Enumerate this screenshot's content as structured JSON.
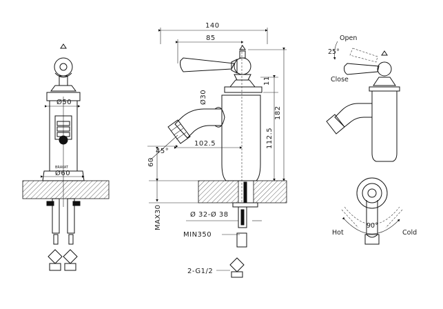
{
  "dimensions": {
    "overall_width": "140",
    "handle_length": "85",
    "spout_diameter": "Ø30",
    "spout_reach": "102.5",
    "spout_angle": "45°",
    "connection_height": "60",
    "max_thickness": "MAX30",
    "height_to_spout": "112.5",
    "total_height": "182",
    "small_dim": "11",
    "hole_range": "Ø 32-Ø 38",
    "body_diameter": "Ø50",
    "base_diameter": "Ø60",
    "min_hose": "MIN350",
    "thread": "2-G1/2"
  },
  "annotations": {
    "open": "Open",
    "close": "Close",
    "open_angle": "25°",
    "hot": "Hot",
    "cold": "Cold",
    "rotation_angle": "90°",
    "brand": "BRAVAT"
  }
}
